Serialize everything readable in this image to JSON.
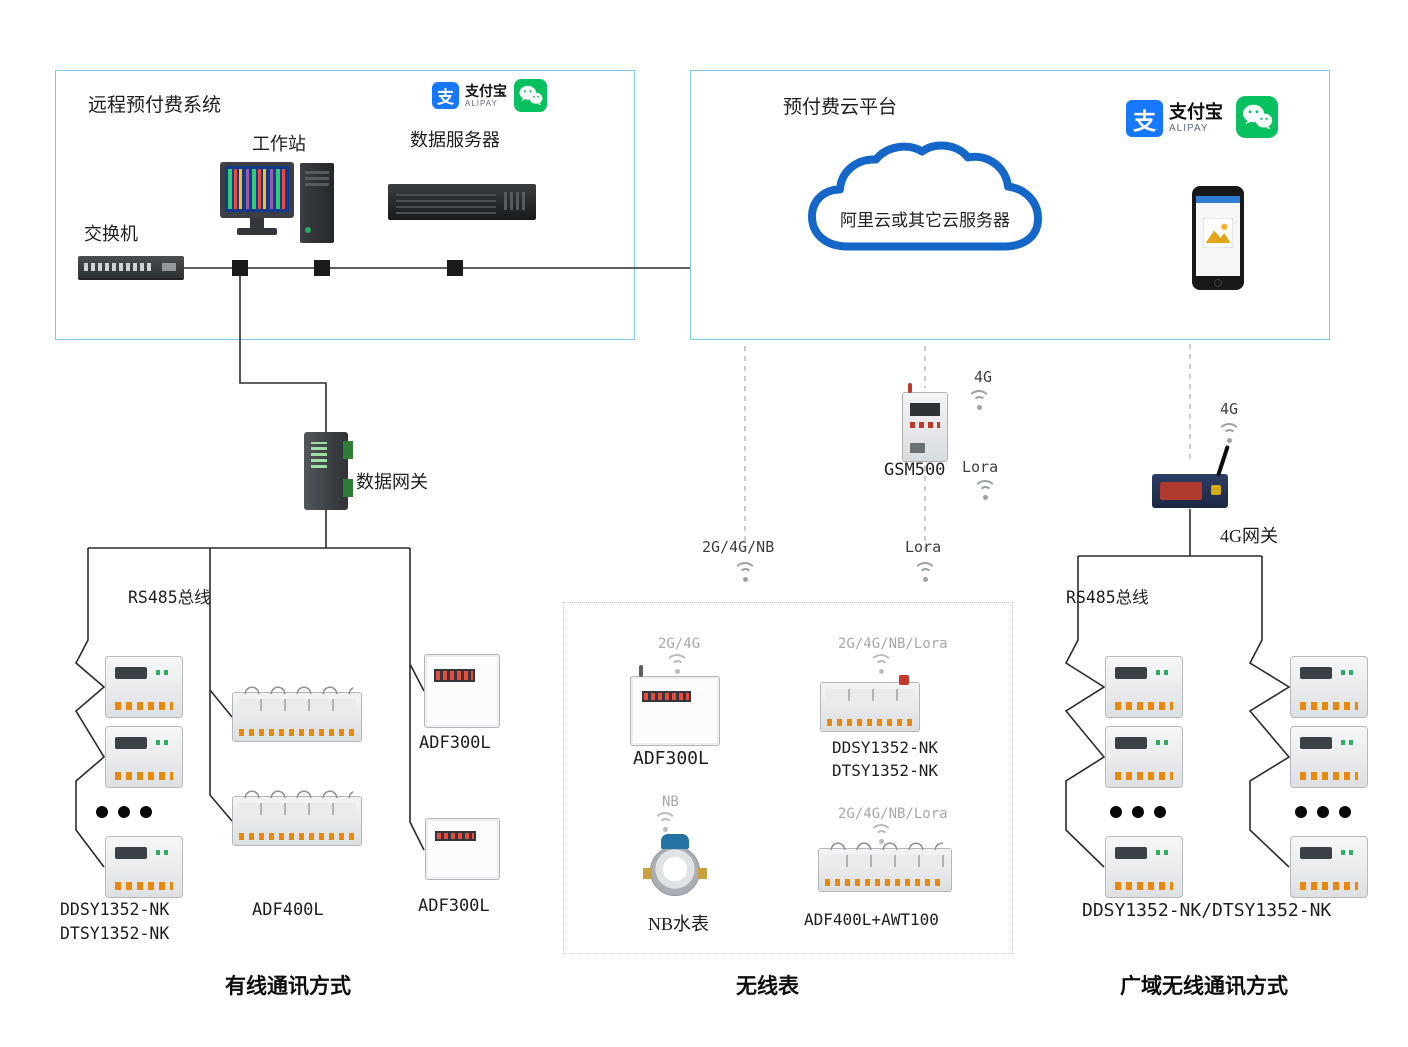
{
  "colors": {
    "alipay_blue": "#1677ff",
    "wechat_green": "#07c160",
    "cloud_blue": "#1467c8",
    "box_border": "#7ecbe8",
    "terminal_orange": "#e8890c"
  },
  "header_left": {
    "title": "远程预付费系统",
    "switch_label": "交换机",
    "workstation_label": "工作站",
    "server_label": "数据服务器"
  },
  "header_right": {
    "title": "预付费云平台",
    "cloud_label": "阿里云或其它云服务器"
  },
  "logos": {
    "alipay_glyph": "支",
    "alipay_cn": "支付宝",
    "alipay_en": "ALIPAY"
  },
  "mid": {
    "data_gateway": "数据网关",
    "gsm_model": "GSM500",
    "gsm_4g": "4G",
    "gsm_lora": "Lora",
    "drop_left": "2G/4G/NB",
    "drop_mid": "Lora",
    "right_4g": "4G",
    "gateway_4g": "4G网关"
  },
  "wired": {
    "rs485": "RS485总线",
    "stack_line1": "DDSY1352-NK",
    "stack_line2": "DTSY1352-NK",
    "adf400l": "ADF400L",
    "adf300l_top": "ADF300L",
    "adf300l_bottom": "ADF300L",
    "section_title": "有线通讯方式"
  },
  "wireless": {
    "tag_2g4g": "2G/4G",
    "adf300l": "ADF300L",
    "tag_full_1": "2G/4G/NB/Lora",
    "ddsy_line1": "DDSY1352-NK",
    "ddsy_line2": "DTSY1352-NK",
    "tag_nb": "NB",
    "water_meter": "NB水表",
    "tag_full_2": "2G/4G/NB/Lora",
    "adf400l_awt": "ADF400L+AWT100",
    "section_title": "无线表"
  },
  "wan": {
    "rs485": "RS485总线",
    "meters_label": "DDSY1352-NK/DTSY1352-NK",
    "section_title": "广域无线通讯方式"
  }
}
